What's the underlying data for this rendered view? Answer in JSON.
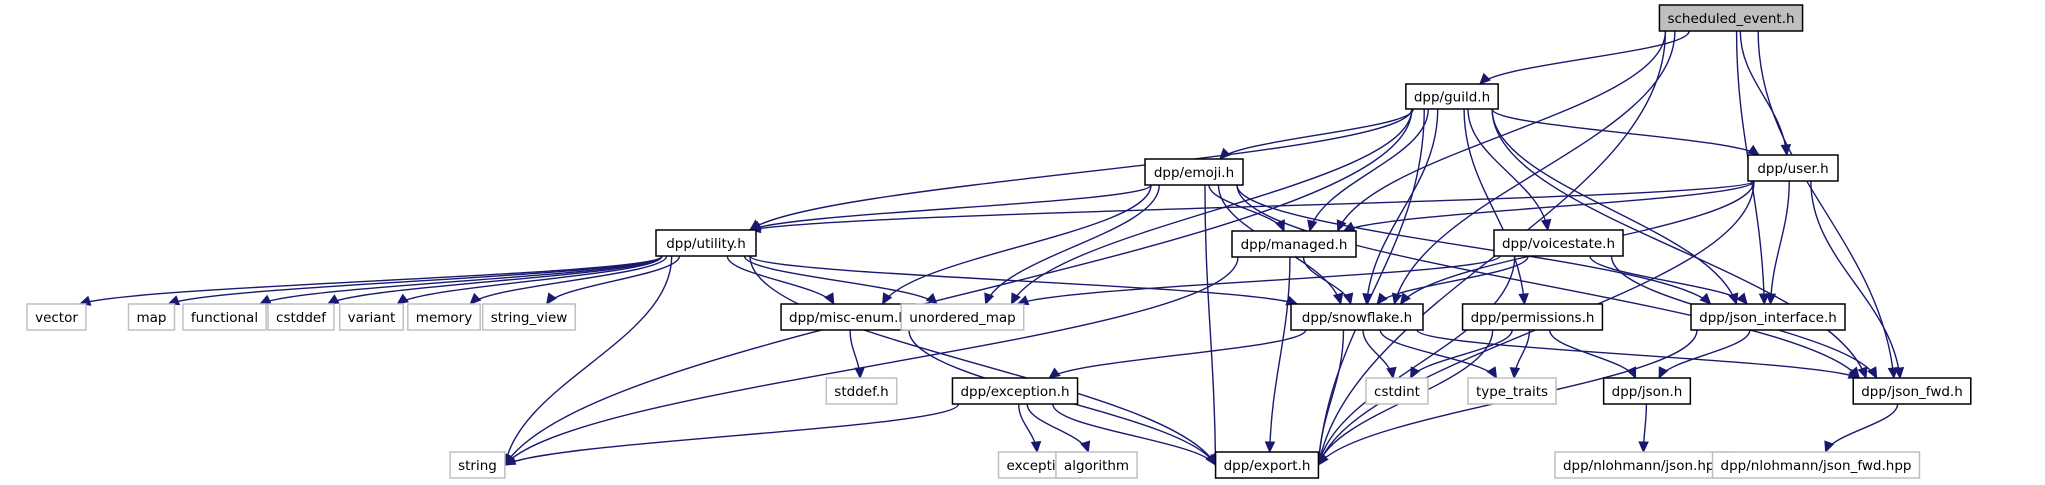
{
  "title": "scheduled_event.h include dependency graph",
  "colors": {
    "edge": "#191970",
    "root_fill": "#bfbfbf",
    "project_border": "#000000",
    "external_border": "#bfbfbf"
  },
  "nodes": [
    {
      "id": "scheduled_event",
      "label": "scheduled_event.h",
      "kind": "root"
    },
    {
      "id": "guild",
      "label": "dpp/guild.h",
      "kind": "project"
    },
    {
      "id": "emoji",
      "label": "dpp/emoji.h",
      "kind": "project"
    },
    {
      "id": "user",
      "label": "dpp/user.h",
      "kind": "project"
    },
    {
      "id": "utility",
      "label": "dpp/utility.h",
      "kind": "project"
    },
    {
      "id": "managed",
      "label": "dpp/managed.h",
      "kind": "project"
    },
    {
      "id": "voicestate",
      "label": "dpp/voicestate.h",
      "kind": "project"
    },
    {
      "id": "vector",
      "label": "vector",
      "kind": "external"
    },
    {
      "id": "map",
      "label": "map",
      "kind": "external"
    },
    {
      "id": "functional",
      "label": "functional",
      "kind": "external"
    },
    {
      "id": "cstddef",
      "label": "cstddef",
      "kind": "external"
    },
    {
      "id": "variant",
      "label": "variant",
      "kind": "external"
    },
    {
      "id": "memory",
      "label": "memory",
      "kind": "external"
    },
    {
      "id": "string_view",
      "label": "string_view",
      "kind": "external"
    },
    {
      "id": "misc_enum",
      "label": "dpp/misc-enum.h",
      "kind": "project"
    },
    {
      "id": "unordered_map",
      "label": "unordered_map",
      "kind": "external"
    },
    {
      "id": "snowflake",
      "label": "dpp/snowflake.h",
      "kind": "project"
    },
    {
      "id": "permissions",
      "label": "dpp/permissions.h",
      "kind": "project"
    },
    {
      "id": "json_interface",
      "label": "dpp/json_interface.h",
      "kind": "project"
    },
    {
      "id": "stddef",
      "label": "stddef.h",
      "kind": "external"
    },
    {
      "id": "exception_h",
      "label": "dpp/exception.h",
      "kind": "project"
    },
    {
      "id": "cstdint",
      "label": "cstdint",
      "kind": "external"
    },
    {
      "id": "type_traits",
      "label": "type_traits",
      "kind": "external"
    },
    {
      "id": "json",
      "label": "dpp/json.h",
      "kind": "project"
    },
    {
      "id": "json_fwd",
      "label": "dpp/json_fwd.h",
      "kind": "project"
    },
    {
      "id": "string",
      "label": "string",
      "kind": "external"
    },
    {
      "id": "exception",
      "label": "exception",
      "kind": "external"
    },
    {
      "id": "algorithm",
      "label": "algorithm",
      "kind": "external"
    },
    {
      "id": "export",
      "label": "dpp/export.h",
      "kind": "project"
    },
    {
      "id": "nlohmann_json",
      "label": "dpp/nlohmann/json.hpp",
      "kind": "external"
    },
    {
      "id": "nlohmann_json_fwd",
      "label": "dpp/nlohmann/json_fwd.hpp",
      "kind": "external"
    }
  ],
  "edges": [
    [
      "scheduled_event",
      "guild"
    ],
    [
      "scheduled_event",
      "user"
    ],
    [
      "scheduled_event",
      "managed"
    ],
    [
      "scheduled_event",
      "snowflake"
    ],
    [
      "scheduled_event",
      "json_interface"
    ],
    [
      "scheduled_event",
      "json_fwd"
    ],
    [
      "scheduled_event",
      "export"
    ],
    [
      "guild",
      "emoji"
    ],
    [
      "guild",
      "user"
    ],
    [
      "guild",
      "utility"
    ],
    [
      "guild",
      "managed"
    ],
    [
      "guild",
      "voicestate"
    ],
    [
      "guild",
      "unordered_map"
    ],
    [
      "guild",
      "snowflake"
    ],
    [
      "guild",
      "permissions"
    ],
    [
      "guild",
      "json_interface"
    ],
    [
      "guild",
      "string"
    ],
    [
      "guild",
      "export"
    ],
    [
      "guild",
      "json_fwd"
    ],
    [
      "emoji",
      "utility"
    ],
    [
      "emoji",
      "managed"
    ],
    [
      "emoji",
      "misc_enum"
    ],
    [
      "emoji",
      "unordered_map"
    ],
    [
      "emoji",
      "snowflake"
    ],
    [
      "emoji",
      "json_interface"
    ],
    [
      "emoji",
      "json_fwd"
    ],
    [
      "emoji",
      "export"
    ],
    [
      "user",
      "utility"
    ],
    [
      "user",
      "managed"
    ],
    [
      "user",
      "snowflake"
    ],
    [
      "user",
      "json_interface"
    ],
    [
      "user",
      "json_fwd"
    ],
    [
      "user",
      "export"
    ],
    [
      "utility",
      "vector"
    ],
    [
      "utility",
      "map"
    ],
    [
      "utility",
      "functional"
    ],
    [
      "utility",
      "cstddef"
    ],
    [
      "utility",
      "variant"
    ],
    [
      "utility",
      "memory"
    ],
    [
      "utility",
      "string_view"
    ],
    [
      "utility",
      "misc_enum"
    ],
    [
      "utility",
      "unordered_map"
    ],
    [
      "utility",
      "snowflake"
    ],
    [
      "utility",
      "string"
    ],
    [
      "utility",
      "export"
    ],
    [
      "managed",
      "snowflake"
    ],
    [
      "managed",
      "export"
    ],
    [
      "managed",
      "string"
    ],
    [
      "voicestate",
      "unordered_map"
    ],
    [
      "voicestate",
      "snowflake"
    ],
    [
      "voicestate",
      "json_interface"
    ],
    [
      "voicestate",
      "json_fwd"
    ],
    [
      "voicestate",
      "export"
    ],
    [
      "misc_enum",
      "stddef"
    ],
    [
      "misc_enum",
      "export"
    ],
    [
      "snowflake",
      "exception_h"
    ],
    [
      "snowflake",
      "cstdint"
    ],
    [
      "snowflake",
      "type_traits"
    ],
    [
      "snowflake",
      "export"
    ],
    [
      "snowflake",
      "json_fwd"
    ],
    [
      "permissions",
      "cstdint"
    ],
    [
      "permissions",
      "type_traits"
    ],
    [
      "permissions",
      "json"
    ],
    [
      "permissions",
      "export"
    ],
    [
      "json_interface",
      "json"
    ],
    [
      "json_interface",
      "export"
    ],
    [
      "exception_h",
      "string"
    ],
    [
      "exception_h",
      "exception"
    ],
    [
      "exception_h",
      "algorithm"
    ],
    [
      "exception_h",
      "export"
    ],
    [
      "json",
      "nlohmann_json"
    ],
    [
      "json_fwd",
      "nlohmann_json_fwd"
    ]
  ]
}
